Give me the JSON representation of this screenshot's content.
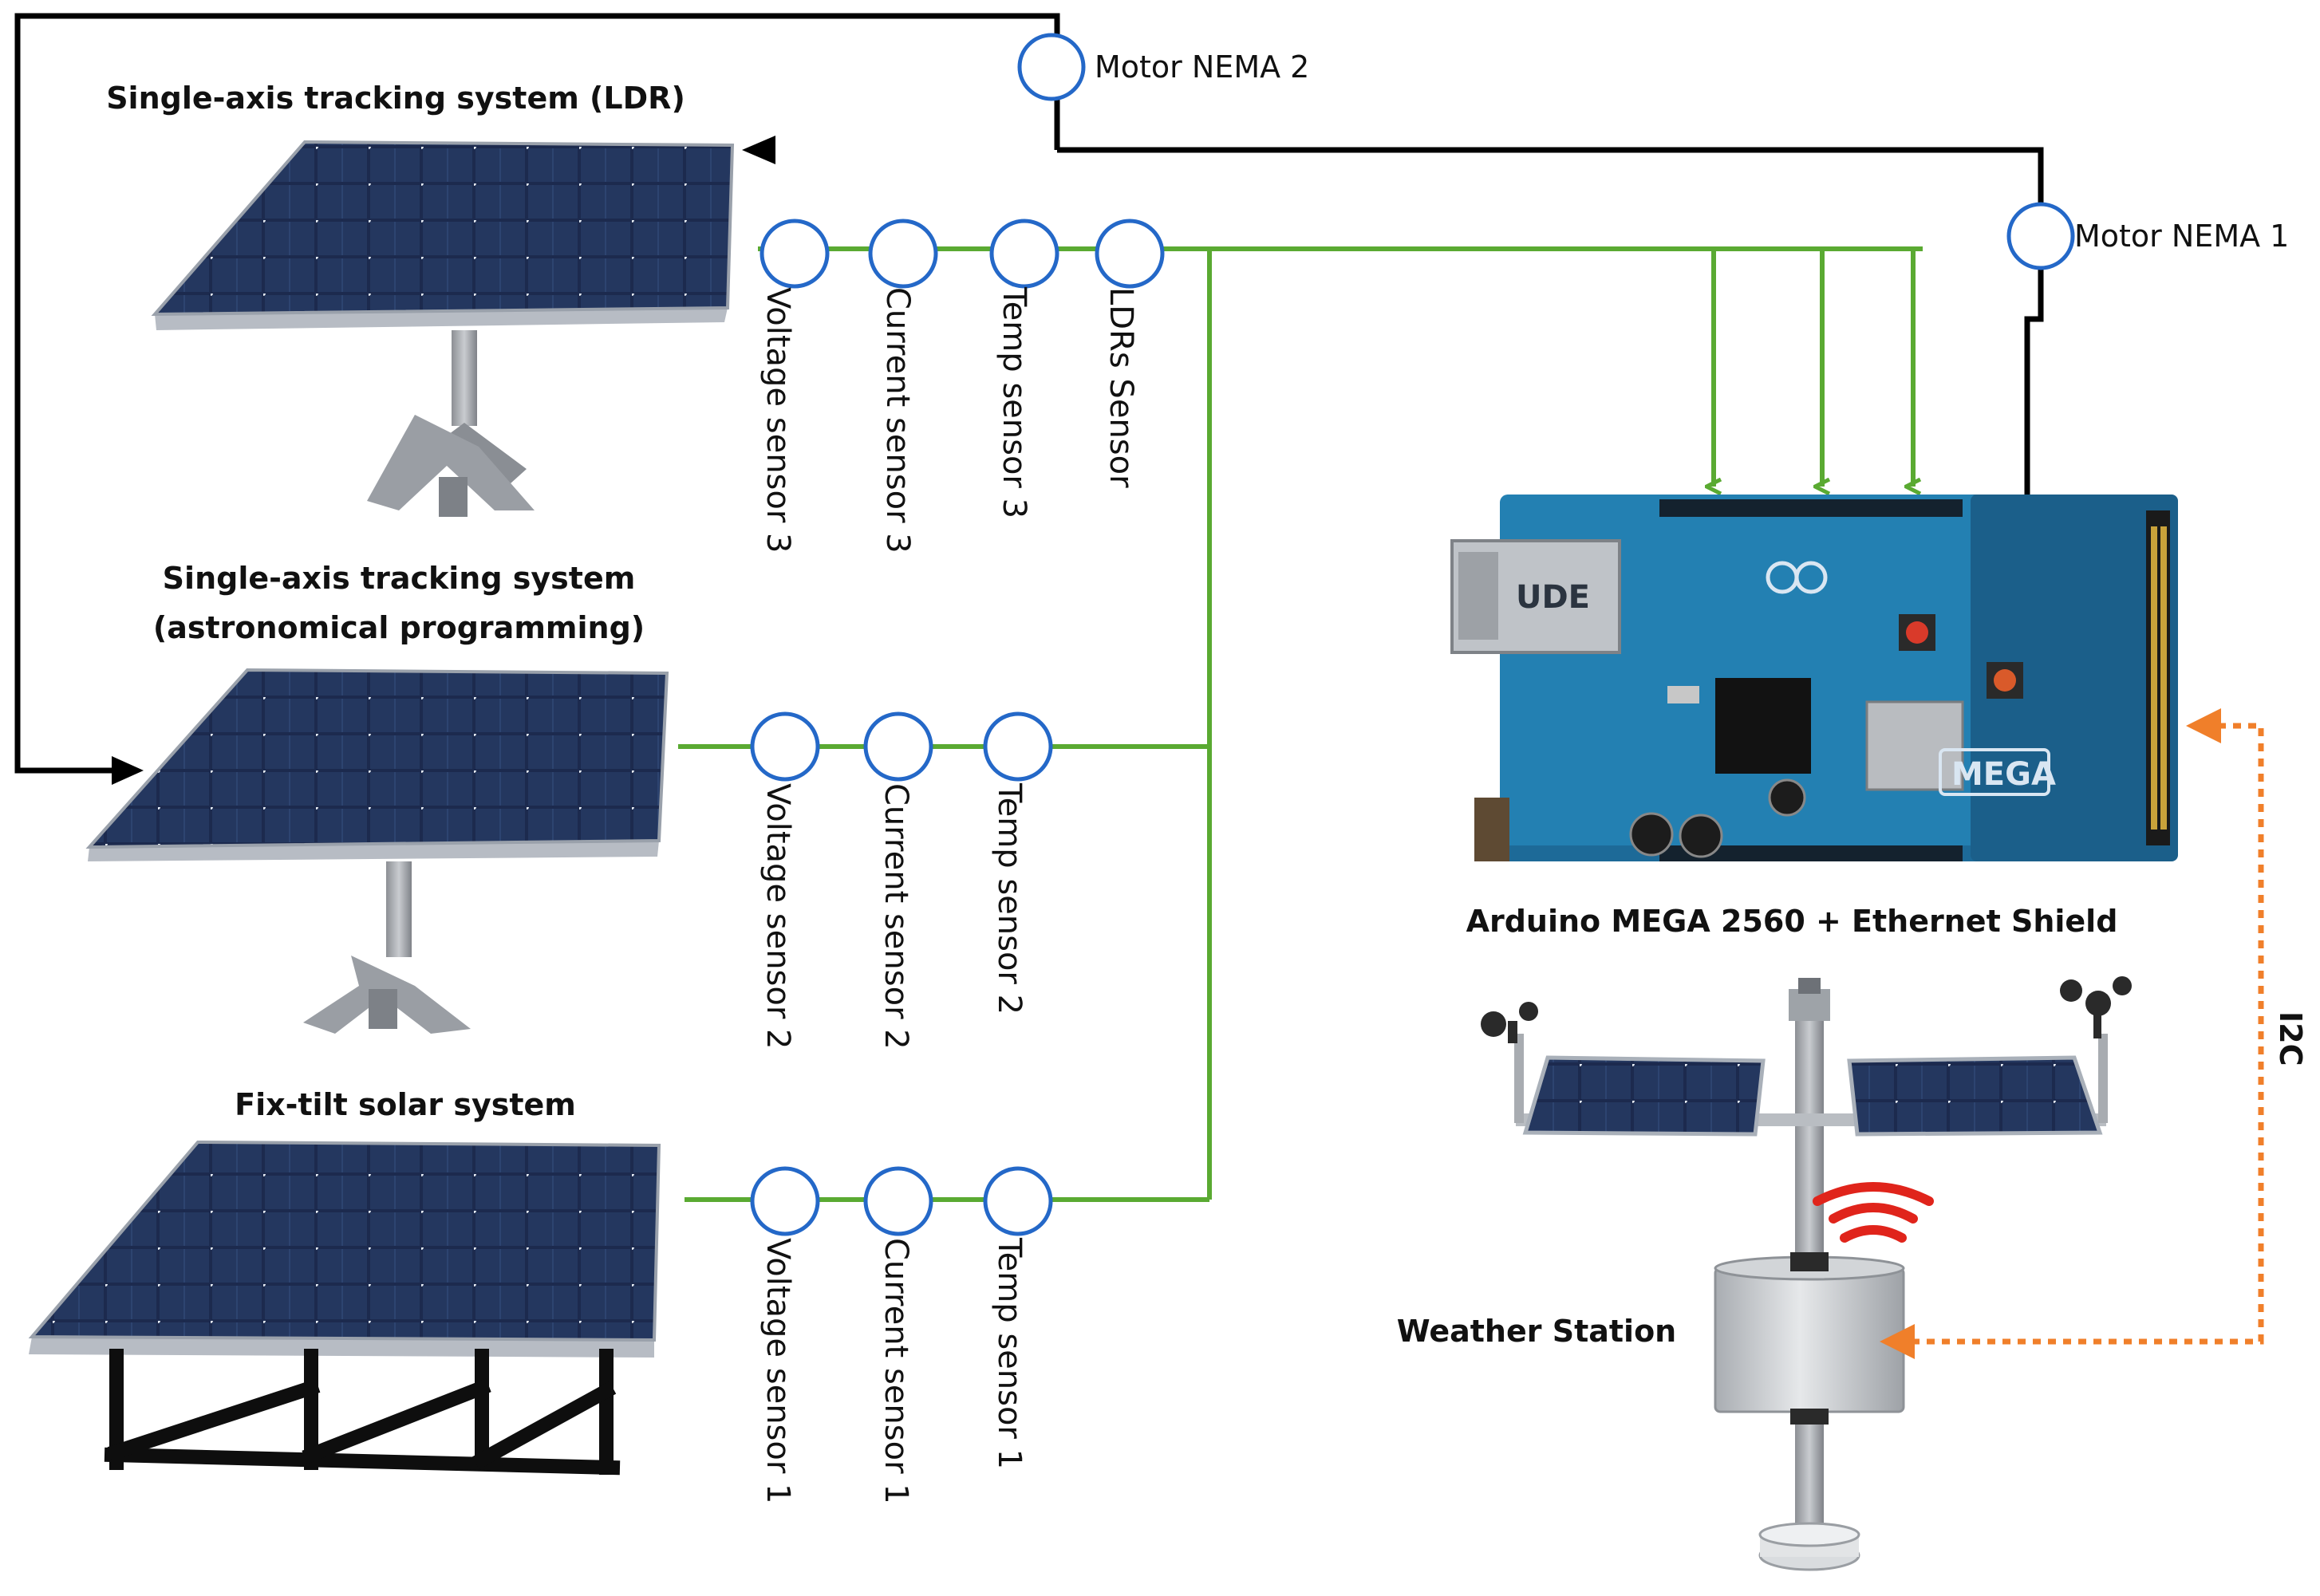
{
  "systems": {
    "ldr_title": "Single-axis tracking system (LDR)",
    "astro_title_line1": "Single-axis tracking  system",
    "astro_title_line2": "(astronomical  programming)",
    "fixed_title": "Fix-tilt solar system"
  },
  "motors": {
    "nema2": "Motor NEMA 2",
    "nema1": "Motor NEMA 1"
  },
  "sensors": {
    "row3": [
      "Voltage sensor 3",
      "Current sensor 3",
      "Temp sensor 3",
      "LDRs Sensor"
    ],
    "row2": [
      "Voltage sensor 2",
      "Current sensor 2",
      "Temp sensor 2"
    ],
    "row1": [
      "Voltage sensor 1",
      "Current sensor 1",
      "Temp sensor 1"
    ]
  },
  "controller": {
    "label": "Arduino MEGA 2560 + Ethernet Shield",
    "chip_brand": "UDE",
    "mega_badge": "MEGA"
  },
  "weather": {
    "label": "Weather Station",
    "bus_label": "I2C"
  },
  "colors": {
    "sensor_line": "#5aaa32",
    "control_line": "#000000",
    "i2c_line": "#f07f2a",
    "sensor_circle": "#2468c8",
    "board": "#1f6e9e"
  }
}
